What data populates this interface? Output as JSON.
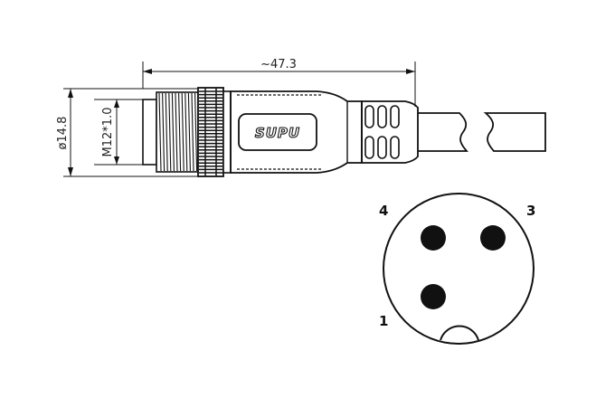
{
  "dimensions": {
    "length": "~47.3",
    "diameter": "ø14.8",
    "thread": "M12*1.0"
  },
  "brand": "SUPU",
  "pinout": {
    "pins": [
      {
        "label": "4"
      },
      {
        "label": "3"
      },
      {
        "label": "1"
      }
    ]
  }
}
